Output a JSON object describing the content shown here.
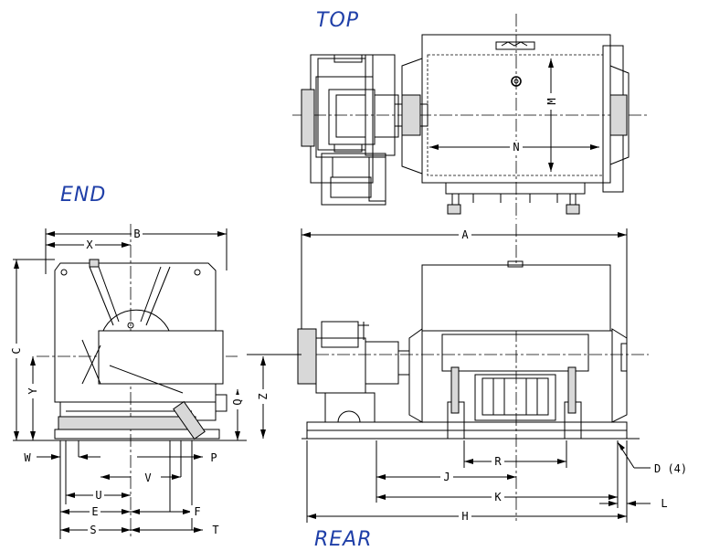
{
  "views": {
    "top": "TOP",
    "end": "END",
    "rear": "REAR"
  },
  "dimensions": {
    "A": "A",
    "B": "B",
    "C": "C",
    "D": "D (4)",
    "E": "E",
    "F": "F",
    "H": "H",
    "J": "J",
    "K": "K",
    "L": "L",
    "M": "M",
    "N": "N",
    "P": "P",
    "Q": "Q",
    "R": "R",
    "S": "S",
    "T": "T",
    "U": "U",
    "V": "V",
    "W": "W",
    "X": "X",
    "Y": "Y",
    "Z": "Z"
  },
  "colors": {
    "title": "#1f3fa8",
    "line": "#000000",
    "fill": "#d8d8d8"
  }
}
